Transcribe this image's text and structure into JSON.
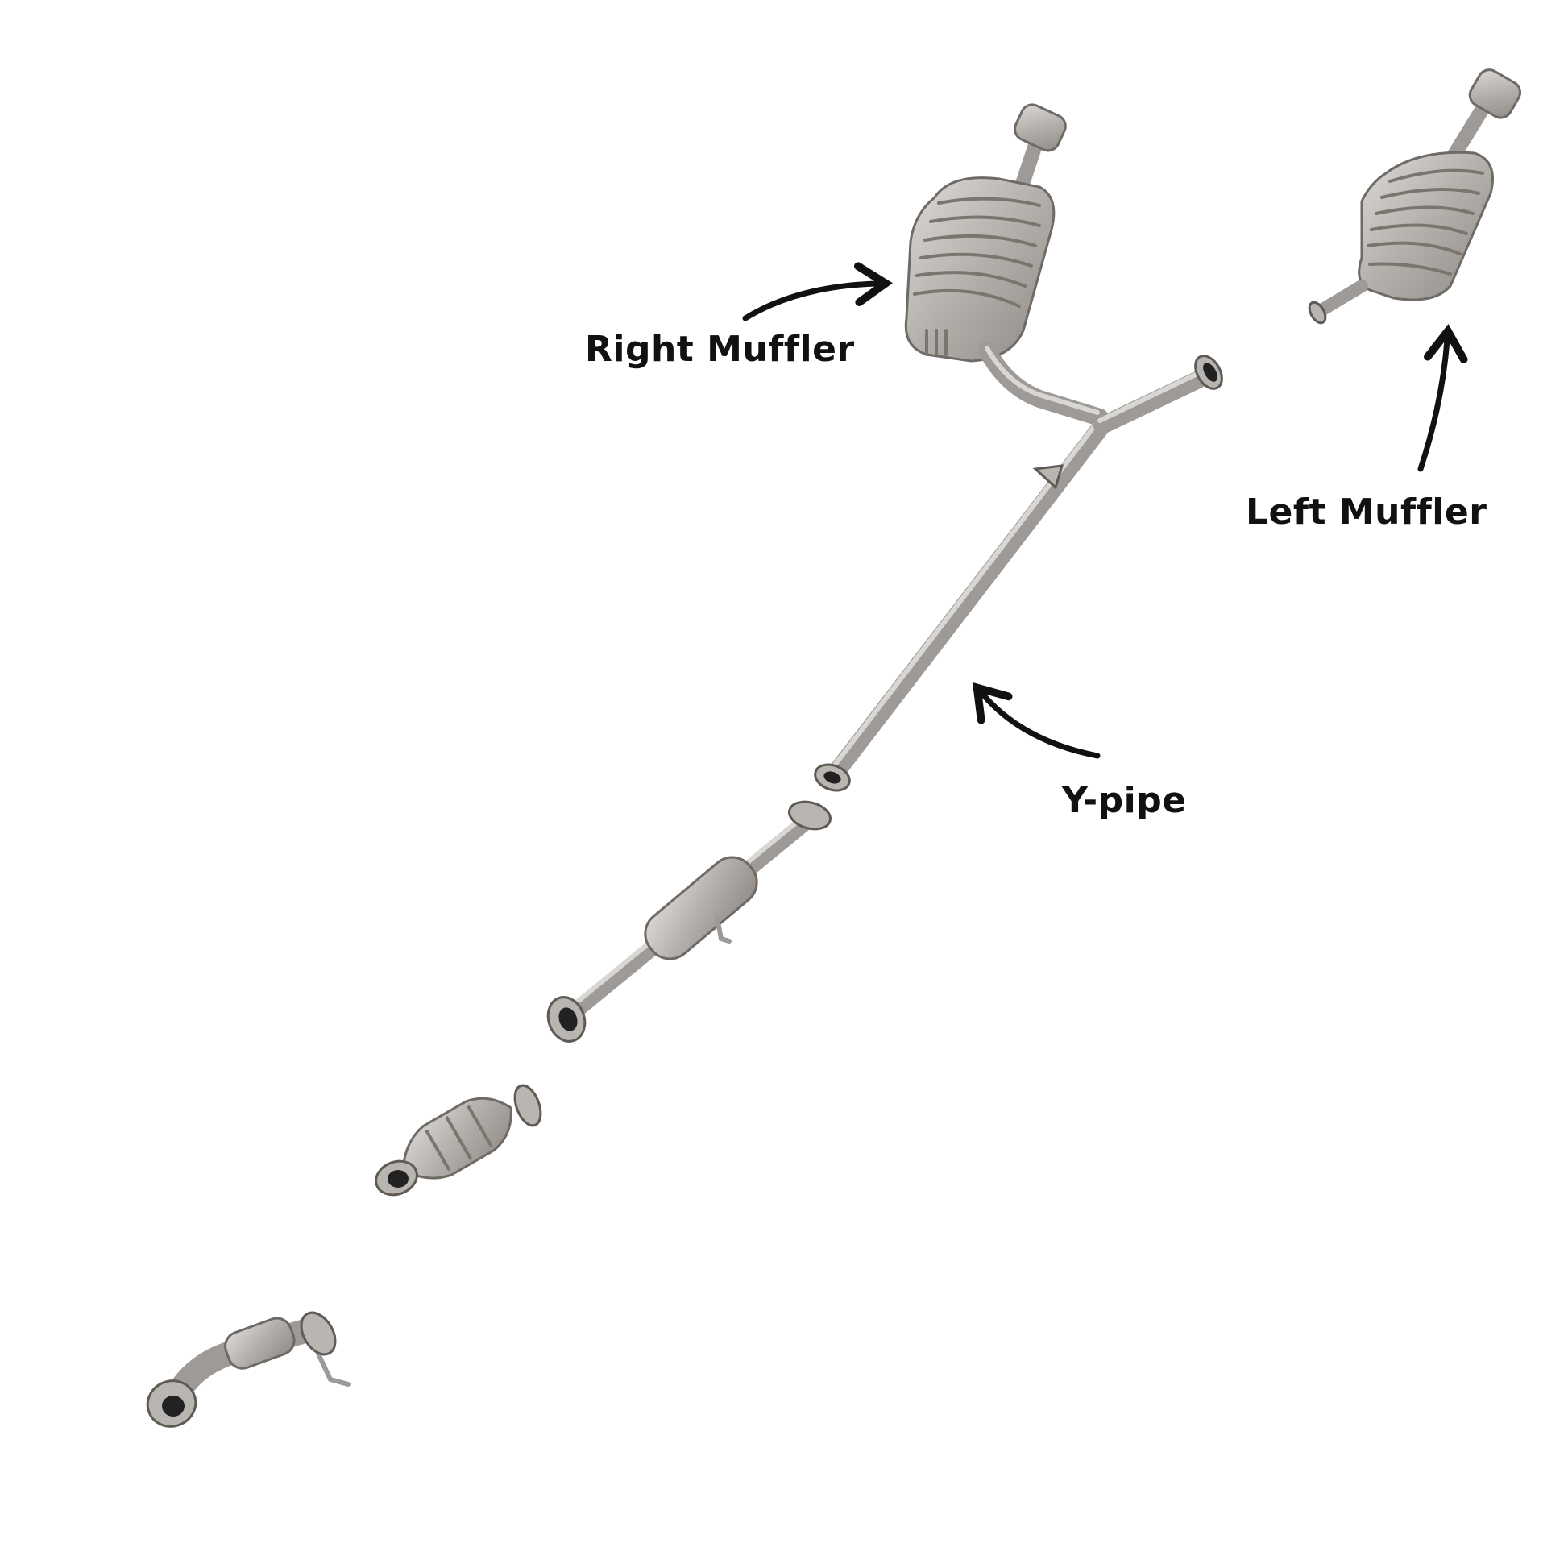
{
  "labels": {
    "right_muffler": "Right Muffler",
    "left_muffler": "Left Muffler",
    "y_pipe": "Y-pipe"
  },
  "colors": {
    "steel": "#b8b4b0",
    "outline": "#6f6a66",
    "text": "#111111"
  }
}
